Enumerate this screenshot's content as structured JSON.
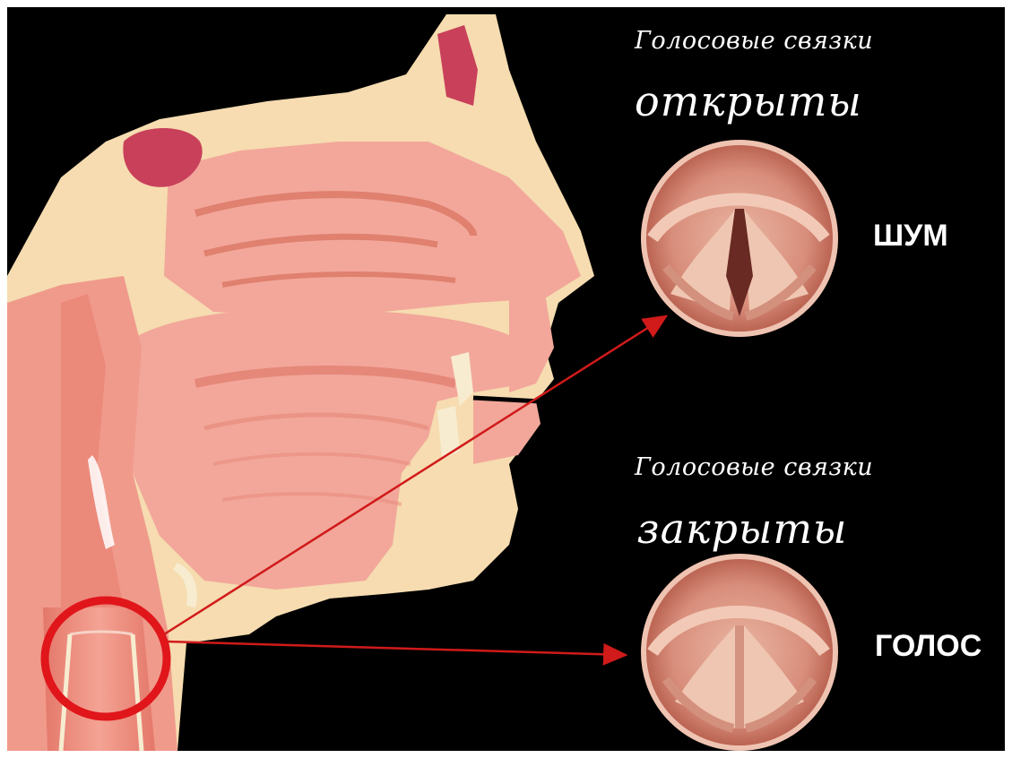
{
  "open_state": {
    "title_line1": "Голосовые связки",
    "title_line2": "открыты",
    "result": "ШУМ"
  },
  "closed_state": {
    "title_line1": "Голосовые связки",
    "title_line2": "закрыты",
    "result": "ГОЛОС"
  },
  "colors": {
    "background": "#000000",
    "tissue": "#f2a79a",
    "tissue_dark": "#e58779",
    "bone": "#f6dcb0",
    "highlight_circle": "#e0161b",
    "arrow": "#d11a1a",
    "text": "#ffffff"
  }
}
